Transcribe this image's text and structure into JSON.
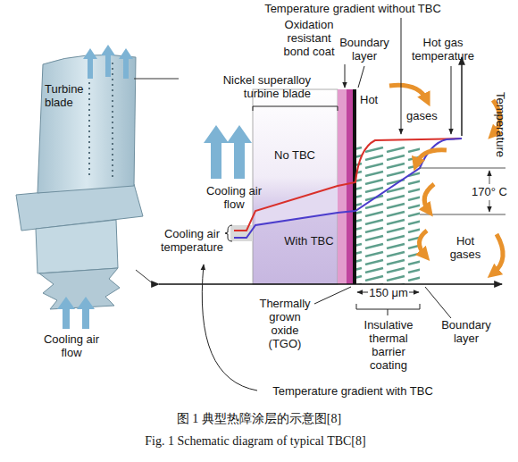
{
  "diagram": {
    "caption": "图 1 典型热障涂层的示意图[8]",
    "labels": [
      "Temperature gradient without TBC",
      "Oxidation resistant bond coat",
      "Boundary layer",
      "Hot gas temperature",
      "Nickel superalloy turbine blade",
      "Hot",
      "gases",
      "Turbine blade",
      "No TBC",
      "Temperature",
      "Cooling air flow",
      "170° C",
      "Cooling air temperature",
      "With TBC",
      "Hot gases",
      "Cooling air flow",
      "Thermally grown oxide (TGO)",
      "150 μm",
      "Insulative thermal barrier coating",
      "Boundary layer",
      "Temperature gradient with TBC",
      "Fig. 1 Schematic diagram of typical TBC[8]"
    ]
  }
}
